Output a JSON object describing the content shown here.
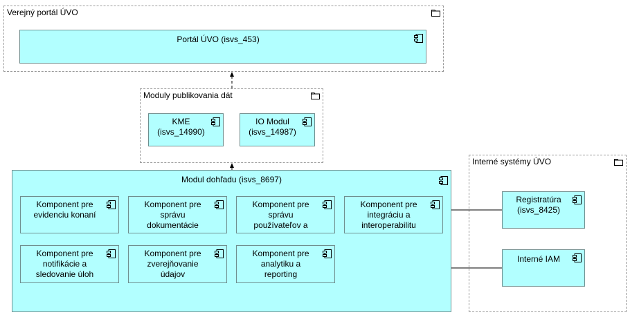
{
  "groups": {
    "portal": {
      "title": "Verejný portál ÚVO"
    },
    "publish": {
      "title": "Moduly publikovania dát"
    },
    "internal": {
      "title": "Interné systémy ÚVO"
    }
  },
  "components": {
    "portal_uvo": "Portál ÚVO (isvs_453)",
    "kme": "KME\n(isvs_14990)",
    "io_modul": "IO Modul\n(isvs_14987)",
    "modul_dohladu": "Modul dohľadu (isvs_8697)",
    "evidencia": "Komponent pre\nevidenciu konaní",
    "dokumentacia": "Komponent pre\nsprávu\ndokumentácie",
    "pouzivatelia": "Komponent pre\nsprávu\npoužívateľov a",
    "integracia": "Komponent pre\nintegráciu a\ninteroperabilitu",
    "notifikacie": "Komponent pre\nnotifikácie a\nsledovanie úloh",
    "zverejnovanie": "Komponent pre\nzverejňovanie\núdajov",
    "analytika": "Komponent pre\nanalytiku a\nreporting",
    "registratura": "Registratúra\n(isvs_8425)",
    "interne_iam": "Interné IAM"
  },
  "colors": {
    "component_fill": "#b2ffff",
    "group_border": "#9a9a9a",
    "connector": "#000000"
  },
  "icons": [
    "folder-icon",
    "component-icon"
  ]
}
